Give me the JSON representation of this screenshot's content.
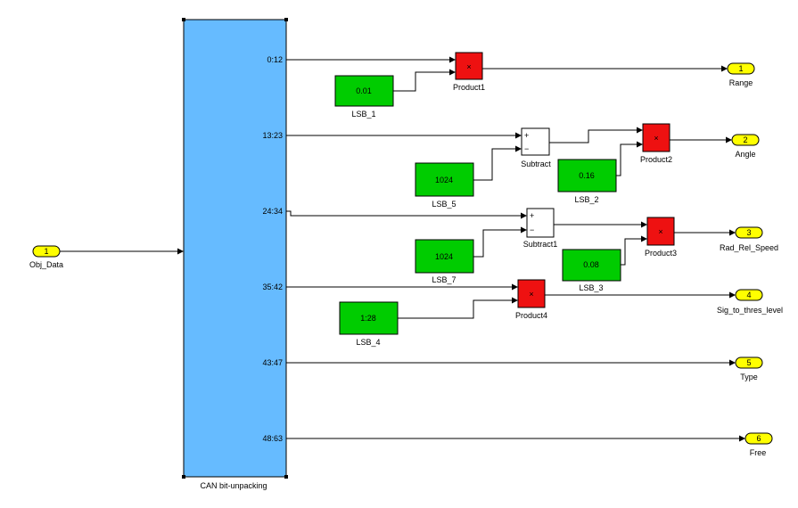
{
  "inport": {
    "number": "1",
    "name": "Obj_Data"
  },
  "demux": {
    "name": "CAN bit-unpacking",
    "color": "#66bbff",
    "outputs": [
      "0:12",
      "13:23",
      "24:34",
      "35:42",
      "43:47",
      "48:63"
    ]
  },
  "constants": [
    {
      "id": "lsb1",
      "name": "LSB_1",
      "value": "0.01"
    },
    {
      "id": "lsb5",
      "name": "LSB_5",
      "value": "1024"
    },
    {
      "id": "lsb2",
      "name": "LSB_2",
      "value": "0.16"
    },
    {
      "id": "lsb7",
      "name": "LSB_7",
      "value": "1024"
    },
    {
      "id": "lsb3",
      "name": "LSB_3",
      "value": "0.08"
    },
    {
      "id": "lsb4",
      "name": "LSB_4",
      "value": "1:28"
    }
  ],
  "products": [
    {
      "id": "p1",
      "name": "Product1",
      "symbol": "×"
    },
    {
      "id": "p2",
      "name": "Product2",
      "symbol": "×"
    },
    {
      "id": "p3",
      "name": "Product3",
      "symbol": "×"
    },
    {
      "id": "p4",
      "name": "Product4",
      "symbol": "×"
    }
  ],
  "subtracts": [
    {
      "id": "s1",
      "name": "Subtract",
      "plus": "+",
      "minus": "−"
    },
    {
      "id": "s2",
      "name": "Subtract1",
      "plus": "+",
      "minus": "−"
    }
  ],
  "outports": [
    {
      "number": "1",
      "name": "Range"
    },
    {
      "number": "2",
      "name": "Angle"
    },
    {
      "number": "3",
      "name": "Rad_Rel_Speed"
    },
    {
      "number": "4",
      "name": "Sig_to_thres_level"
    },
    {
      "number": "5",
      "name": "Type"
    },
    {
      "number": "6",
      "name": "Free"
    }
  ],
  "colors": {
    "constant": "#00cc00",
    "product": "#ee1111",
    "port": "#ffff00"
  }
}
